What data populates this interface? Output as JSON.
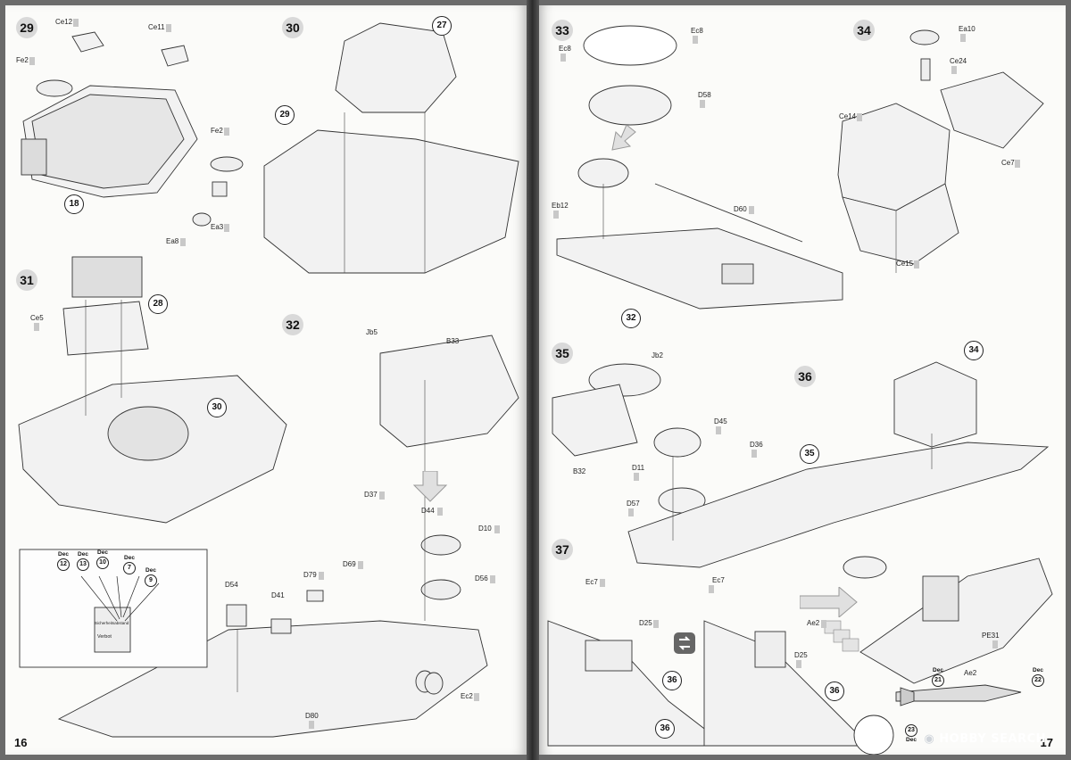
{
  "left_page": {
    "page_number": "16",
    "steps": [
      "29",
      "30",
      "31",
      "32"
    ],
    "sub_refs": {
      "s29_18": "18",
      "s30_27": "27",
      "s30_29": "29",
      "s31_28": "28",
      "s31_30": "30"
    },
    "labels": {
      "ce12": "Ce12",
      "ce11": "Ce11",
      "fe2a": "Fe2",
      "fe2b": "Fe2",
      "ea3": "Ea3",
      "ea8": "Ea8",
      "ce5": "Ce5",
      "jb5": "Jb5",
      "b33": "B33",
      "d37": "D37",
      "d44": "D44",
      "d10": "D10",
      "d69": "D69",
      "d79": "D79",
      "d56": "D56",
      "d41": "D41",
      "d54": "D54",
      "d80": "D80",
      "ec2": "Ec2"
    },
    "decals": [
      {
        "word": "Dec",
        "num": "12"
      },
      {
        "word": "Dec",
        "num": "13"
      },
      {
        "word": "Dec",
        "num": "10"
      },
      {
        "word": "Dec",
        "num": "7"
      },
      {
        "word": "Dec",
        "num": "9"
      }
    ],
    "sign_texts": {
      "sign1": "Verbot",
      "sign2": "Sicherheitsabstand"
    }
  },
  "right_page": {
    "page_number": "17",
    "steps": [
      "33",
      "34",
      "35",
      "36",
      "37"
    ],
    "sub_refs": {
      "s33_32": "32",
      "s36_34": "34",
      "s36_35": "35",
      "s37_36a": "36",
      "s37_36b": "36",
      "s37_36c": "36"
    },
    "labels": {
      "ec8a": "Ec8",
      "ec8b": "Ec8",
      "d58": "D58",
      "eb12": "Eb12",
      "d60": "D60",
      "ea10": "Ea10",
      "ce24": "Ce24",
      "ce14": "Ce14",
      "ce7": "Ce7",
      "ce15": "Ce15",
      "jb2": "Jb2",
      "b32": "B32",
      "d45": "D45",
      "d36": "D36",
      "d11": "D11",
      "d57": "D57",
      "ec7a": "Ec7",
      "ec7b": "Ec7",
      "d25a": "D25",
      "d25b": "D25",
      "ae2a": "Ae2",
      "pe31": "PE31",
      "ae2b": "Ae2"
    },
    "decals": [
      {
        "word": "Dec",
        "num": "21"
      },
      {
        "word": "Dec",
        "num": "22"
      },
      {
        "word": "Dec",
        "num": "23"
      }
    ],
    "watermark": {
      "brand": "HOBBY SEARCH"
    }
  }
}
